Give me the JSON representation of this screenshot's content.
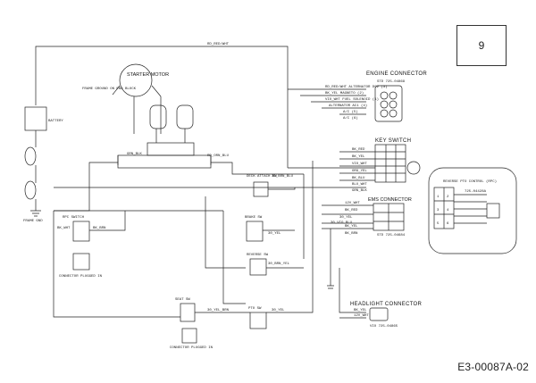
{
  "page_number": "9",
  "document_code": "E3-00087A-02",
  "components": {
    "starter_motor": "STARTER MOTOR",
    "engine_connector": "ENGINE CONNECTOR",
    "key_switch": "KEY SWITCH",
    "ems_connector": "EMS CONNECTOR",
    "headlight_connector": "HEADLIGHT CONNECTOR",
    "reverse_pto_control": "REVERSE PTO CONTROL (RPC)",
    "frame_gnd": "FRAME GND",
    "battery": "BATTERY"
  },
  "wire_labels": {
    "top_main": "RD_RED/WHT",
    "alt_out": "RD_RED/WHT  ALTERNATOR DC2 (3)",
    "magneto": "BK_YEL  MAGNETO (2)",
    "fuel_solenoid": "VIO_WHT  FUEL SOLENOID (1)",
    "alt_ac1": "ALTERNATOR AC1 (4)",
    "ac2": "A/C (5)",
    "ac3": "A/C (6)",
    "ks_bk": "BK_RED",
    "ks_yel": "BK_YEL",
    "ks_vio": "VIO_WHT",
    "ks_org": "ORG_YEL",
    "ks_bk2": "BK_BLU",
    "ks_blu": "BLU_WHT",
    "ks_grn": "GRN_BLK",
    "ems_1": "12V_WHT",
    "ems_2": "BK_RED",
    "ems_3": "30_YEL",
    "ems_4": "30_VIO_BLU",
    "ems_5": "BK_YEL",
    "ems_6": "BK_BRN",
    "hl_1": "BK_YEL",
    "hl_2": "12V_WHT",
    "sol_1": "GRN_BLK",
    "sol_2": "RD_ORN_BLU",
    "brake_1": "30_YEL",
    "brake_2": "30_BRN_YEL",
    "seat_1": "30_YEL_BRN",
    "seat_2": "30_YEL",
    "deck": "30_BRN_BLU",
    "gnd_1": "BK_WHT",
    "gnd_2": "BK_BRN"
  },
  "switches": {
    "deck": "DECK ATTACH SW",
    "rpc_sw": "RPC SWITCH",
    "brake": "BRAKE SW",
    "seat": "SEAT SW",
    "reverse": "REVERSE SW",
    "pto": "PTO SW",
    "frame_note": "FRAME GROUND ON ENG BLOCK"
  },
  "rpc_terminals": [
    "1",
    "2",
    "3",
    "4",
    "5",
    "6"
  ],
  "connector_notes": {
    "eng": "STD 725-04869",
    "ems": "STD 725-04684",
    "rpc": "725-04428A",
    "hl": "VIO 725-04865",
    "deck": "CONNECTOR PLUGGED IN",
    "pto": "CONNECTOR PLUGGED IN"
  }
}
